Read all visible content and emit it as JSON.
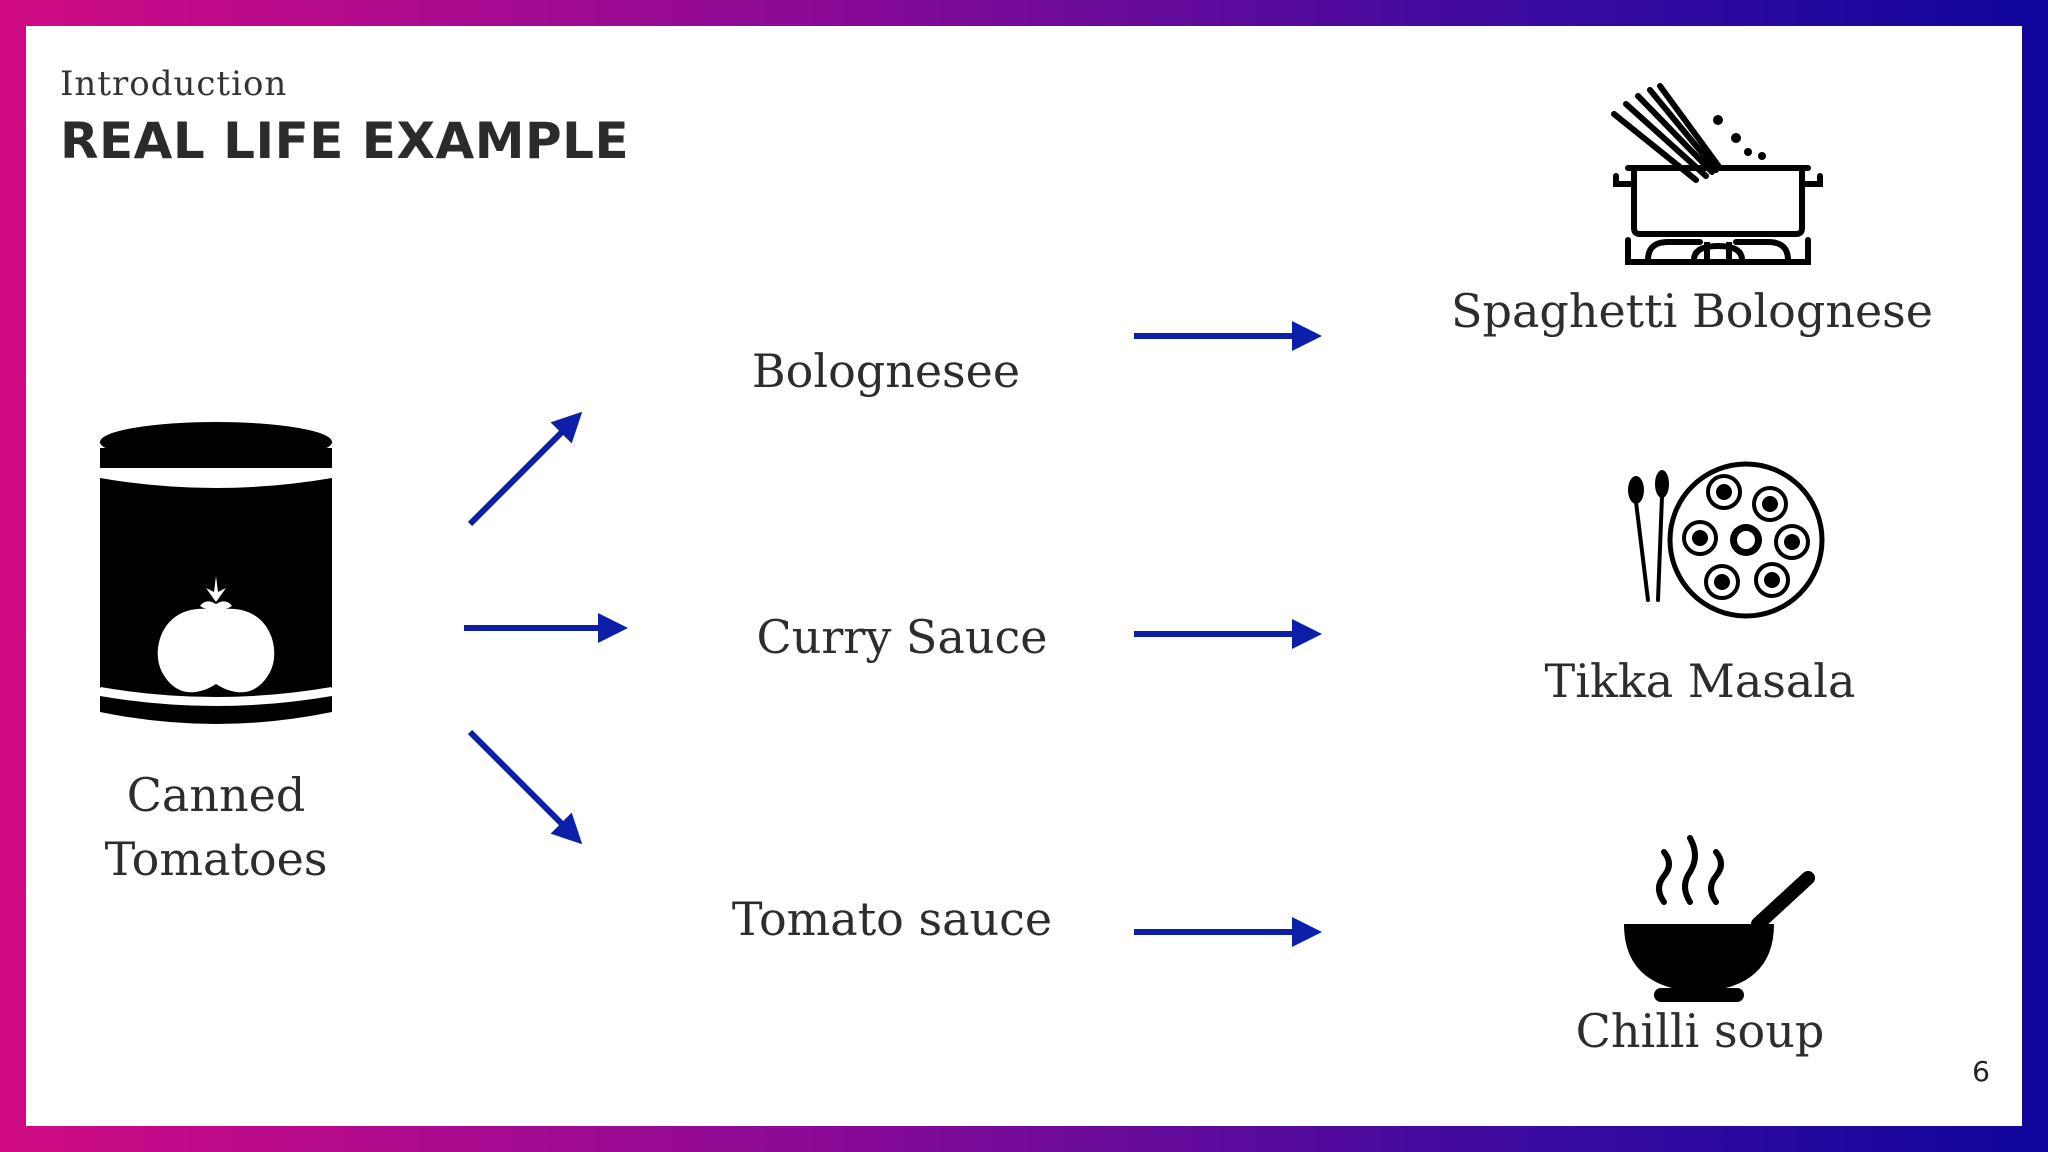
{
  "slide": {
    "kicker": "Introduction",
    "title": "REAL LIFE EXAMPLE",
    "page_number": "6"
  },
  "source": {
    "label_line1": "Canned",
    "label_line2": "Tomatoes",
    "icon": "tomato-can-icon"
  },
  "intermediates": [
    {
      "label": "Bologneseе"
    },
    {
      "label": "Curry Sauce"
    },
    {
      "label": "Tomato sauce"
    }
  ],
  "dishes": [
    {
      "label": "Spaghetti Bolognese",
      "icon": "cooking-pot-icon"
    },
    {
      "label": "Tikka Masala",
      "icon": "plate-dishes-icon"
    },
    {
      "label": "Chilli soup",
      "icon": "soup-bowl-icon"
    }
  ],
  "colors": {
    "arrow": "#0c1fa8",
    "frame_left": "#d10b84",
    "frame_right": "#10069c",
    "icon": "#000000"
  }
}
